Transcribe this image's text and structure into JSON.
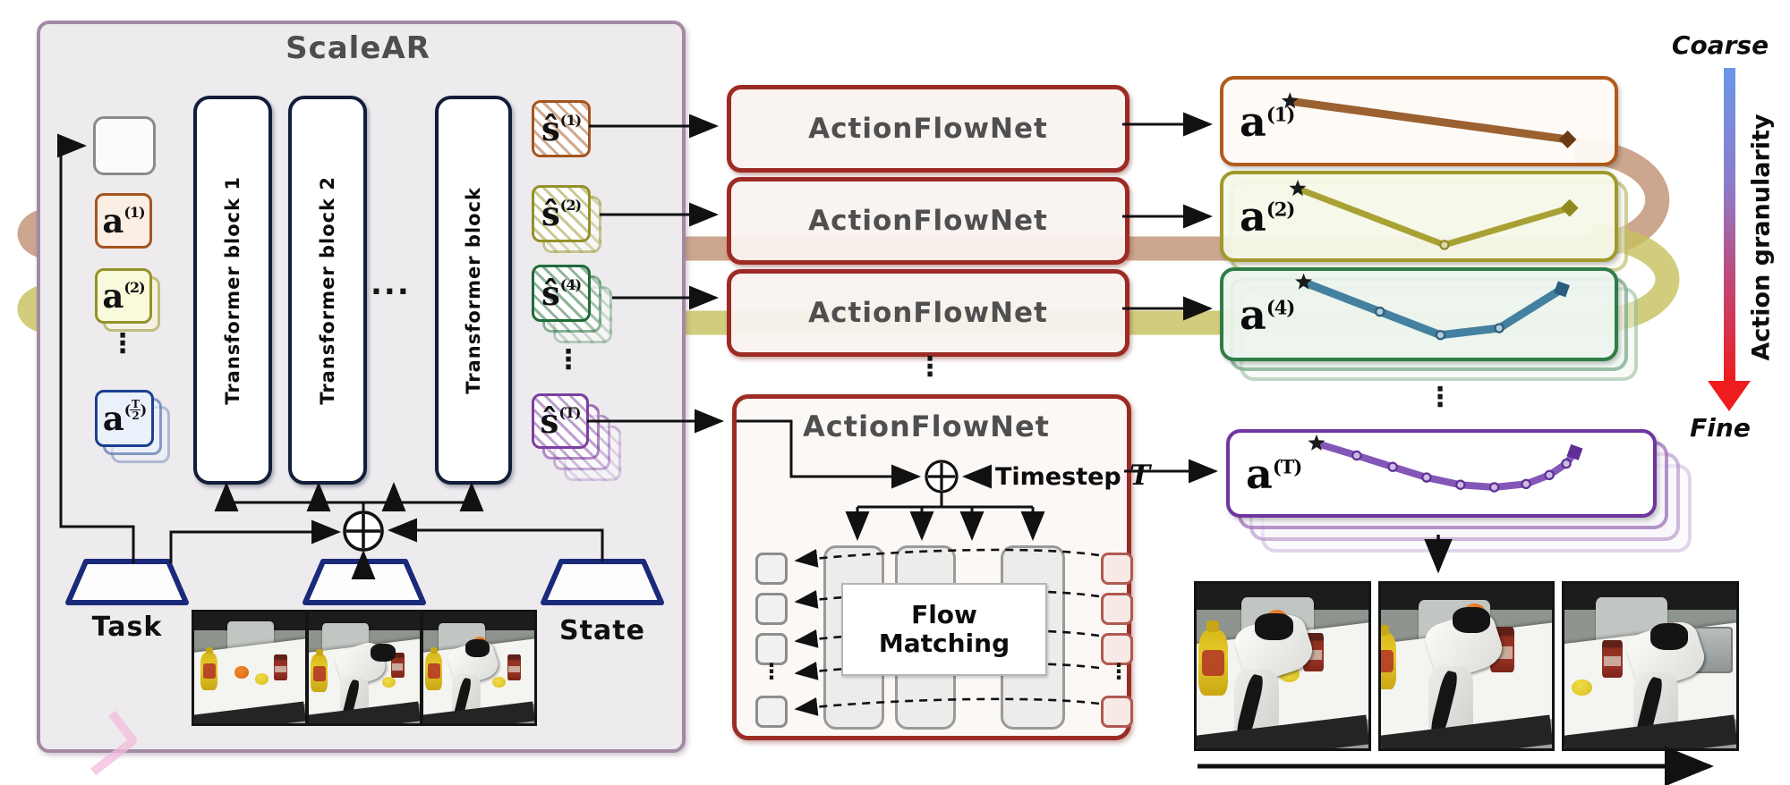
{
  "figure": {
    "panel": {
      "title": "ScaleAR",
      "blocks": [
        "Transformer block 1",
        "Transformer block 2",
        "Transformer block"
      ],
      "blocks_ellipsis": "...",
      "column_ellipsis": "⋮",
      "task_label": "Task",
      "state_label": "State"
    },
    "input_tokens": [
      {
        "base": "a",
        "sup": "(1)"
      },
      {
        "base": "a",
        "sup": "(2)"
      },
      {
        "base": "a",
        "sup_open": "(",
        "sup_num": "T",
        "sup_den": "2",
        "sup_close": ")"
      }
    ],
    "state_tokens": [
      {
        "base": "ŝ",
        "sup": "(1)"
      },
      {
        "base": "ŝ",
        "sup": "(2)"
      },
      {
        "base": "ŝ",
        "sup": "(4)"
      },
      {
        "base": "ŝ",
        "sup": "(T)"
      }
    ],
    "flownet": {
      "label": "ActionFlowNet",
      "ellipsis": "⋮",
      "detail_title": "ActionFlowNet",
      "timestep_label": "Timestep ",
      "timestep_symbol": "T",
      "flow_label_line1": "Flow",
      "flow_label_line2": "Matching"
    },
    "outputs": {
      "labels": [
        {
          "base": "a",
          "sup": "(1)"
        },
        {
          "base": "a",
          "sup": "(2)"
        },
        {
          "base": "a",
          "sup": "(4)"
        },
        {
          "base": "a",
          "sup": "(T)"
        }
      ],
      "ellipsis": "⋮"
    },
    "granularity": {
      "top_label": "Coarse",
      "bottom_label": "Fine",
      "axis_label": "Action granularity",
      "gradient_top": "#6b96e8",
      "gradient_bottom": "#ee1c1c"
    }
  },
  "trajectories": {
    "a1": {
      "points": [
        [
          0.17,
          0.26
        ],
        [
          0.88,
          0.72
        ]
      ],
      "color": "#9b6130",
      "width": 9,
      "circle_indices": [],
      "end": "diamond",
      "end_color": "#6b3a12"
    },
    "a2": {
      "points": [
        [
          0.19,
          0.17
        ],
        [
          0.565,
          0.84
        ],
        [
          0.885,
          0.4
        ]
      ],
      "color": "#a8a234",
      "width": 7,
      "circle_indices": [
        1
      ],
      "end": "diamond",
      "end_color": "#8f8a20"
    },
    "a4": {
      "points": [
        [
          0.205,
          0.13
        ],
        [
          0.4,
          0.47
        ],
        [
          0.555,
          0.74
        ],
        [
          0.705,
          0.66
        ],
        [
          0.865,
          0.21
        ]
      ],
      "color": "#44809f",
      "width": 9,
      "circle_indices": [
        1,
        2,
        3
      ],
      "end": "square",
      "end_color": "#2b5d7d"
    },
    "aT": {
      "points": [
        [
          0.205,
          0.13
        ],
        [
          0.3,
          0.28
        ],
        [
          0.385,
          0.42
        ],
        [
          0.465,
          0.55
        ],
        [
          0.545,
          0.64
        ],
        [
          0.625,
          0.67
        ],
        [
          0.7,
          0.63
        ],
        [
          0.755,
          0.52
        ],
        [
          0.795,
          0.38
        ],
        [
          0.815,
          0.24
        ]
      ],
      "color": "#8357b8",
      "width": 8,
      "circle_indices": [
        1,
        2,
        3,
        4,
        5,
        6,
        7,
        8
      ],
      "end": "square",
      "end_color": "#5f2f96"
    }
  }
}
